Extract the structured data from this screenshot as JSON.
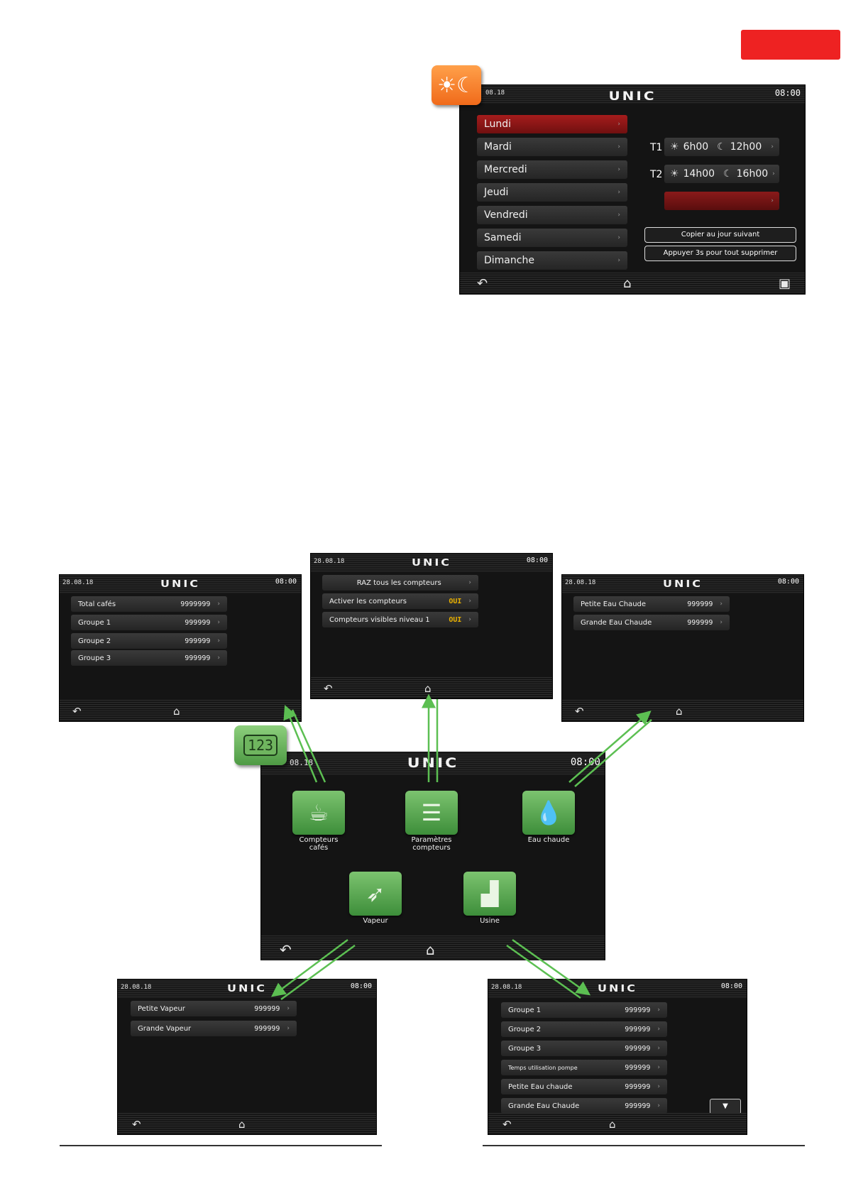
{
  "top_screen": {
    "date": "08.18",
    "logo": "UNIC",
    "time": "08:00",
    "badge_icon": "sun-moon-icon",
    "days": [
      {
        "label": "Lundi"
      },
      {
        "label": "Mardi"
      },
      {
        "label": "Mercredi"
      },
      {
        "label": "Jeudi"
      },
      {
        "label": "Vendredi"
      },
      {
        "label": "Samedi"
      },
      {
        "label": "Dimanche"
      }
    ],
    "t1": {
      "label": "T1",
      "start": "6h00",
      "end": "12h00"
    },
    "t2": {
      "label": "T2",
      "start": "14h00",
      "end": "16h00"
    },
    "copy_label": "Copier au jour suivant",
    "delete_label": "Appuyer 3s pour tout supprimer"
  },
  "counters_screen": {
    "date": "28.08.18",
    "logo": "UNIC",
    "time": "08:00",
    "rows": [
      {
        "label": "Total cafés",
        "value": "9999999"
      },
      {
        "label": "Groupe 1",
        "value": "999999"
      },
      {
        "label": "Groupe 2",
        "value": "999999"
      },
      {
        "label": "Groupe 3",
        "value": "999999"
      }
    ]
  },
  "params_screen": {
    "date": "28.08.18",
    "logo": "UNIC",
    "time": "08:00",
    "rows": [
      {
        "label": "RAZ tous les compteurs",
        "value": ""
      },
      {
        "label": "Activer les compteurs",
        "value": "OUI"
      },
      {
        "label": "Compteurs visibles niveau 1",
        "value": "OUI"
      }
    ]
  },
  "hotwater_screen": {
    "date": "28.08.18",
    "logo": "UNIC",
    "time": "08:00",
    "rows": [
      {
        "label": "Petite Eau Chaude",
        "value": "999999"
      },
      {
        "label": "Grande Eau Chaude",
        "value": "999999"
      }
    ]
  },
  "main_screen": {
    "date": "08.18",
    "logo": "UNIC",
    "time": "08:00",
    "badge_text": "123",
    "tiles": [
      {
        "label_1": "Compteurs",
        "label_2": "cafés",
        "icon": "coffee-machine-icon"
      },
      {
        "label_1": "Paramètres",
        "label_2": "compteurs",
        "icon": "sliders-icon"
      },
      {
        "label_1": "Eau chaude",
        "label_2": "",
        "icon": "water-drop-icon"
      },
      {
        "label_1": "Vapeur",
        "label_2": "",
        "icon": "steam-icon"
      },
      {
        "label_1": "Usine",
        "label_2": "",
        "icon": "factory-icon"
      }
    ]
  },
  "steam_screen": {
    "date": "28.08.18",
    "logo": "UNIC",
    "time": "08:00",
    "rows": [
      {
        "label": "Petite Vapeur",
        "value": "999999"
      },
      {
        "label": "Grande Vapeur",
        "value": "999999"
      }
    ]
  },
  "factory_screen": {
    "date": "28.08.18",
    "logo": "UNIC",
    "time": "08:00",
    "rows": [
      {
        "label": "Groupe 1",
        "value": "999999"
      },
      {
        "label": "Groupe 2",
        "value": "999999"
      },
      {
        "label": "Groupe 3",
        "value": "999999"
      },
      {
        "label": "Temps utilisation pompe",
        "value": "999999"
      },
      {
        "label": "Petite Eau chaude",
        "value": "999999"
      },
      {
        "label": "Grande Eau Chaude",
        "value": "999999"
      }
    ]
  },
  "colors": {
    "accent_red": "#ee2222",
    "tile_green": "#5aa84d",
    "badge_orange": "#f5822a",
    "arrow_green": "#5cbf52"
  }
}
